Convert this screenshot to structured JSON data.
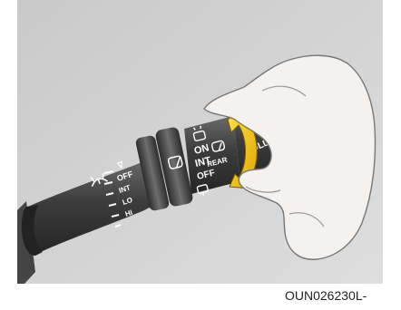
{
  "figure": {
    "code": "OUN026230L-",
    "stalk_labels": {
      "mist": "∇",
      "off": "OFF",
      "int": "INT",
      "lo": "LO",
      "hi": "HI"
    },
    "rear_switch_labels": {
      "on": "ON",
      "int": "INT",
      "off": "OFF",
      "rear": "REAR"
    },
    "end_cap_label": "PULL",
    "colors": {
      "background": "#d3d3d3",
      "stalk_dark": "#3a3a3a",
      "stalk_mid": "#555555",
      "label": "#ffffff",
      "arrow": "#f2c200",
      "skin": "#f4f1ee"
    },
    "icons": [
      "front-washer-icon",
      "rear-wiper-icon",
      "rear-washer-icon"
    ]
  }
}
